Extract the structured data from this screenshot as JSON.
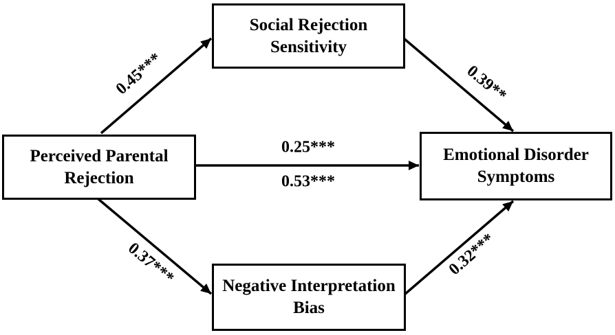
{
  "diagram": {
    "nodes": {
      "predictor": {
        "line1": "Perceived Parental",
        "line2": "Rejection"
      },
      "mediator_top": {
        "line1": "Social Rejection",
        "line2": "Sensitivity"
      },
      "outcome": {
        "line1": "Emotional Disorder",
        "line2": "Symptoms"
      },
      "mediator_bottom": {
        "line1": "Negative Interpretation",
        "line2": "Bias"
      }
    },
    "coefficients": {
      "predictor_to_top_mediator": "0.45***",
      "top_mediator_to_outcome": "0.39**",
      "direct_path_upper": "0.25***",
      "direct_path_lower": "0.53***",
      "predictor_to_bottom_mediator": "0.37***",
      "bottom_mediator_to_outcome": "0.32***"
    },
    "colors": {
      "line": "#000000",
      "box_border": "#000000",
      "background": "#ffffff",
      "text": "#000000"
    }
  }
}
